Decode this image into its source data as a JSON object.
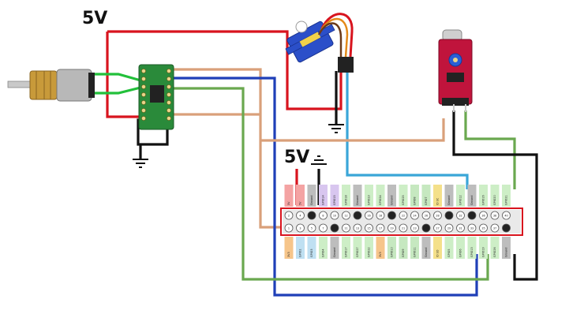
{
  "labels": {
    "power_top": "5V",
    "power_header": "5V"
  },
  "colors": {
    "red_wire": "#d8141e",
    "green_wire": "#6aa84f",
    "bright_green_wire": "#22c03a",
    "blue_wire": "#1f3fb8",
    "tan_wire": "#d9a07a",
    "cyan_wire": "#3aa6d8",
    "black_wire": "#111111",
    "driver_board": "#2a8a3a",
    "sensor_board": "#c0143c",
    "servo_body": "#2b4fc9",
    "header_outline": "#d8141e"
  },
  "components": {
    "motor": "gear-motor",
    "driver": "motor-driver-board",
    "servo": "micro-servo",
    "sensor": "sound-sensor-module",
    "header": "gpio-header"
  },
  "icons": {
    "ground_symbol": "ground-icon"
  },
  "header_pins": {
    "top_row": [
      "5V",
      "5V",
      "Ground",
      "GPIO14",
      "GPIO15",
      "GPIO18",
      "Ground",
      "GPIO23",
      "GPIO24",
      "Ground",
      "GPIO25",
      "GPIO8",
      "GPIO7",
      "ID SC",
      "Ground",
      "GPIO12",
      "Ground",
      "GPIO16",
      "GPIO20",
      "GPIO21"
    ],
    "bottom_row": [
      "3V3",
      "GPIO2",
      "GPIO3",
      "GPIO4",
      "Ground",
      "GPIO17",
      "GPIO27",
      "GPIO22",
      "3V3",
      "GPIO10",
      "GPIO9",
      "GPIO11",
      "Ground",
      "ID SD",
      "GPIO5",
      "GPIO6",
      "GPIO13",
      "GPIO19",
      "GPIO26",
      "Ground"
    ],
    "top_numbers": [
      "2",
      "4",
      "6",
      "8",
      "10",
      "12",
      "14",
      "16",
      "18",
      "20",
      "22",
      "24",
      "26",
      "28",
      "30",
      "32",
      "34",
      "36",
      "38",
      "40"
    ],
    "bottom_numbers": [
      "1",
      "3",
      "5",
      "7",
      "9",
      "11",
      "13",
      "15",
      "17",
      "19",
      "21",
      "23",
      "25",
      "27",
      "29",
      "31",
      "33",
      "35",
      "37",
      "39"
    ]
  }
}
